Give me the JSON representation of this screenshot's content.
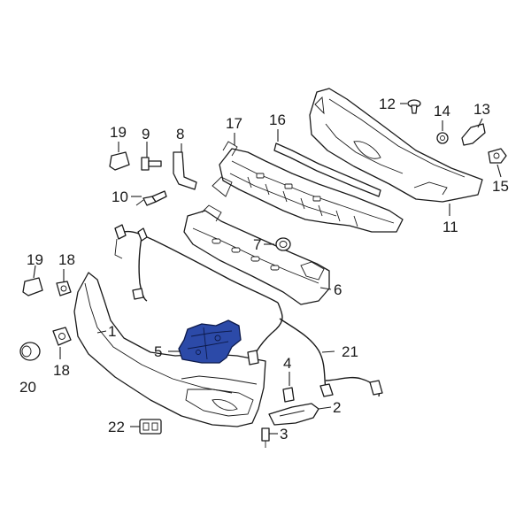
{
  "diagram": {
    "highlight_color": "#2c4aa8",
    "callouts": [
      {
        "id": "c1",
        "label": "1"
      },
      {
        "id": "c2",
        "label": "2"
      },
      {
        "id": "c3",
        "label": "3"
      },
      {
        "id": "c4",
        "label": "4"
      },
      {
        "id": "c5",
        "label": "5"
      },
      {
        "id": "c6",
        "label": "6"
      },
      {
        "id": "c7",
        "label": "7"
      },
      {
        "id": "c8",
        "label": "8"
      },
      {
        "id": "c9",
        "label": "9"
      },
      {
        "id": "c10",
        "label": "10"
      },
      {
        "id": "c11",
        "label": "11"
      },
      {
        "id": "c12",
        "label": "12"
      },
      {
        "id": "c13",
        "label": "13"
      },
      {
        "id": "c14",
        "label": "14"
      },
      {
        "id": "c15",
        "label": "15"
      },
      {
        "id": "c16",
        "label": "16"
      },
      {
        "id": "c17",
        "label": "17"
      },
      {
        "id": "c18a",
        "label": "18"
      },
      {
        "id": "c18b",
        "label": "18"
      },
      {
        "id": "c19a",
        "label": "19"
      },
      {
        "id": "c19b",
        "label": "19"
      },
      {
        "id": "c20",
        "label": "20"
      },
      {
        "id": "c21",
        "label": "21"
      },
      {
        "id": "c22",
        "label": "22"
      }
    ]
  }
}
